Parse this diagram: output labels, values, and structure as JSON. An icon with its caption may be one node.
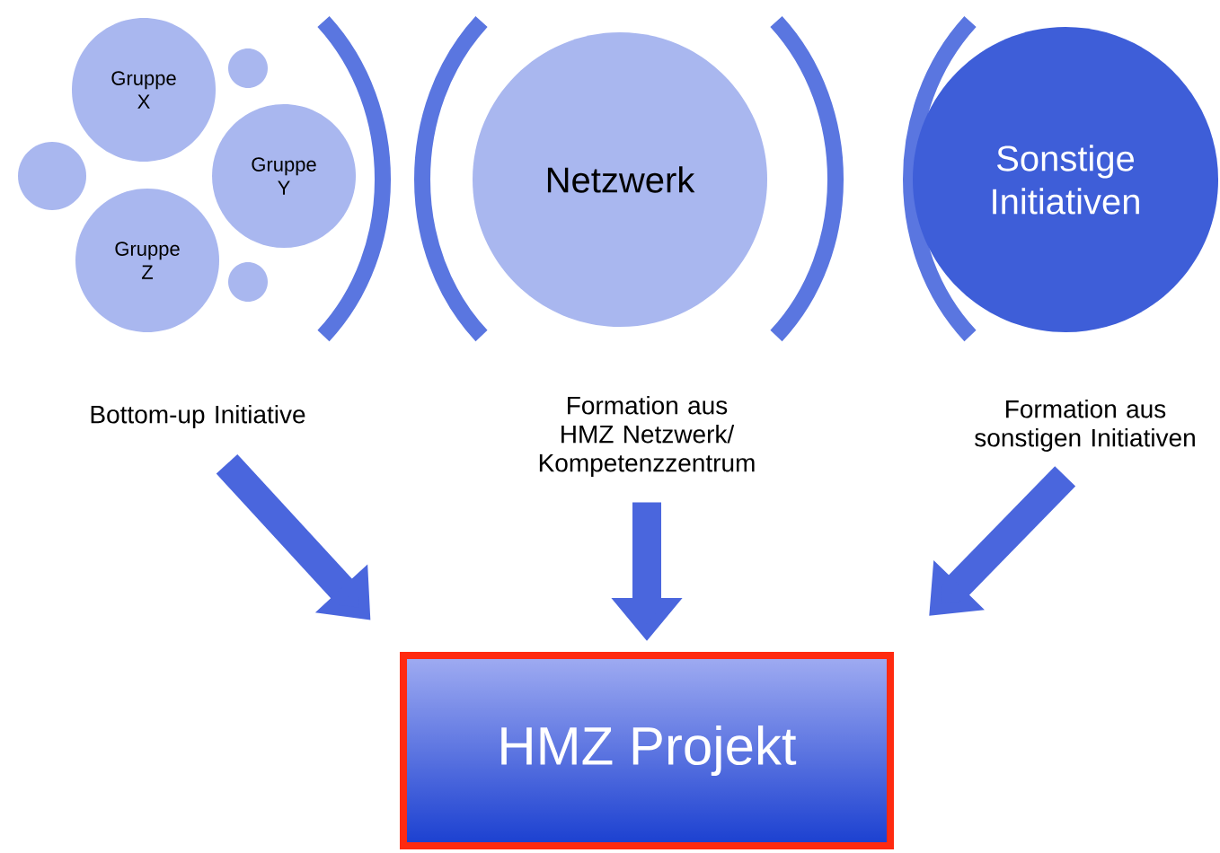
{
  "diagram": {
    "nodes": [
      {
        "text": [
          "Gruppe X"
        ]
      },
      {
        "text": [],
        "shape": "circle"
      },
      {
        "text": [],
        "shape": "circle"
      },
      {
        "text": [
          "Gruppe Y"
        ]
      },
      {
        "text": [
          "Gruppe Z"
        ]
      },
      {
        "text": [],
        "shape": "circle"
      },
      {
        "text": [
          "Netzwerk"
        ]
      },
      {
        "text": [
          "Sonstige Initiativen"
        ]
      },
      {
        "text": [
          "Bottom-up Initiative"
        ]
      },
      {
        "text": [
          "Formation aus HMZ Netzwerk/ Kompetenzzentrum"
        ]
      },
      {
        "text": [
          "Formation aus sonstigen Initiativen"
        ]
      },
      {
        "text": [
          "HMZ Projekt"
        ]
      }
    ],
    "edges": [
      {
        "from": 8,
        "to": 11,
        "arrow": "to"
      },
      {
        "from": 9,
        "to": 11,
        "arrow": "to"
      },
      {
        "from": 10,
        "to": 11,
        "arrow": "to"
      }
    ]
  }
}
